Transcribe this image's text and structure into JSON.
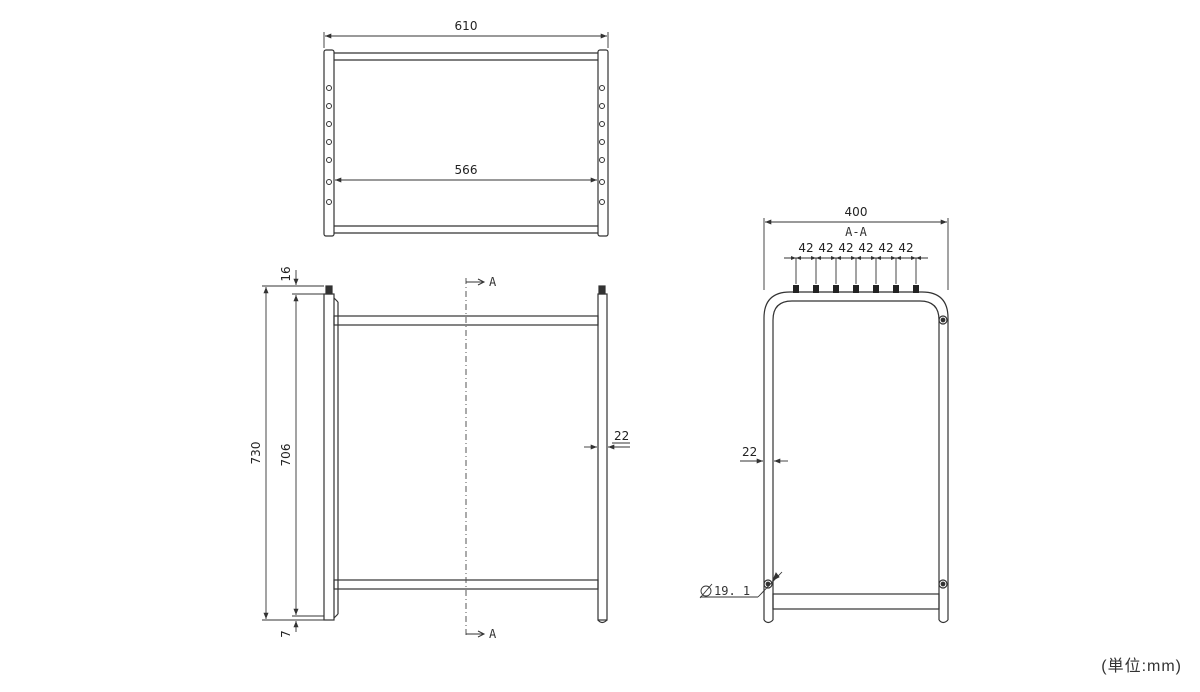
{
  "drawing": {
    "top_view": {
      "overall_width": "610",
      "inner_width": "566"
    },
    "front_view": {
      "overall_height": "730",
      "inner_height": "706",
      "top_offset": "16",
      "bottom_offset": "7",
      "tube_width": "22",
      "section_marker_top": "A",
      "section_marker_bottom": "A"
    },
    "section_view": {
      "overall_width": "400",
      "section_label": "A-A",
      "pitch_labels": [
        "42",
        "42",
        "42",
        "42",
        "42",
        "42"
      ],
      "tube_width": "22",
      "tube_diameter": "19. 1"
    }
  },
  "unit_label": "(単位:mm)",
  "colors": {
    "line": "#333333",
    "center_line": "#555555"
  }
}
